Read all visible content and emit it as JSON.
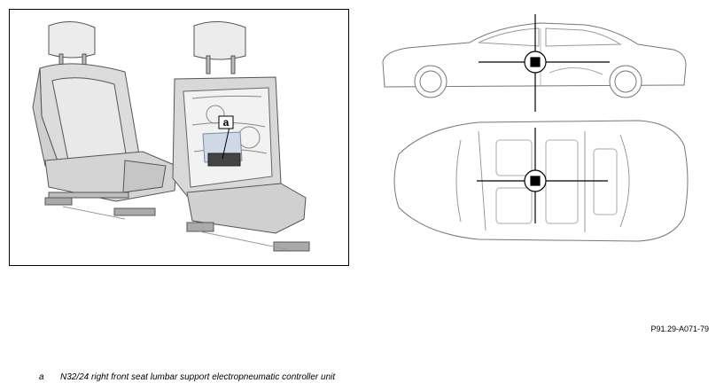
{
  "figure": {
    "callout_letter": "a",
    "reference_code": "P91.29-A071-79"
  },
  "legend": [
    {
      "key": "a",
      "text": "N32/24 right front seat lumbar support electropneumatic controller unit"
    }
  ],
  "icons": {
    "seat_left": "seat-front-view",
    "seat_right": "seat-rear-view-opened",
    "car_side": "sedan-side-view",
    "car_top": "sedan-top-view",
    "locator": "location-marker-crosshair"
  }
}
